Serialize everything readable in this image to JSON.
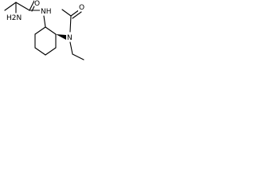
{
  "molecule": {
    "atoms": {
      "amine": {
        "text": "H2N"
      },
      "amide_n": {
        "text": "NH"
      },
      "amide_o": {
        "text": "O"
      },
      "tert_n": {
        "text": "N"
      },
      "acetyl_o": {
        "text": "O"
      }
    },
    "colors": {
      "bond": "#000000",
      "label": "#000000",
      "background": "#ffffff"
    }
  }
}
